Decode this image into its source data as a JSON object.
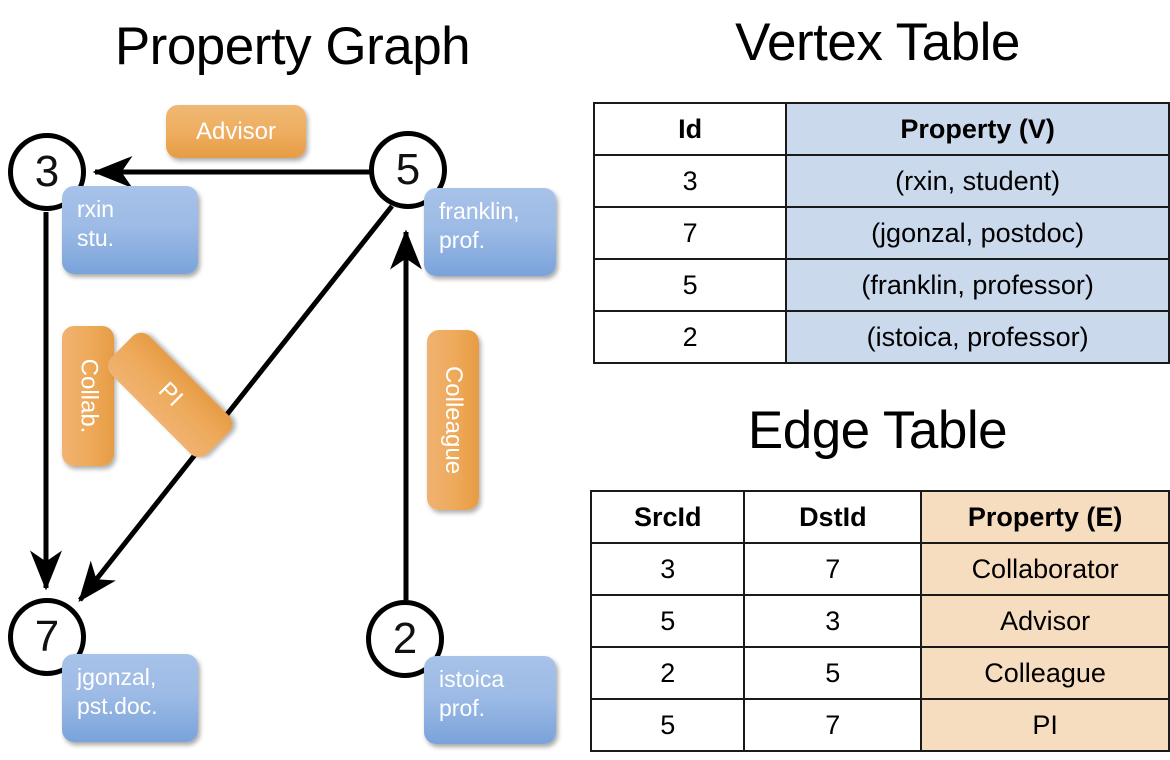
{
  "titles": {
    "property_graph": "Property Graph",
    "vertex_table": "Vertex Table",
    "edge_table": "Edge Table"
  },
  "colors": {
    "vertex_property_fill": "#cbd9ed",
    "edge_property_fill": "#f7ddc0",
    "vertex_box_blue": "#9dbbe6",
    "edge_label_orange": "#eeae61",
    "stroke": "#000000"
  },
  "graph": {
    "nodes": [
      {
        "id": "3",
        "property_lines": [
          "rxin",
          "stu."
        ]
      },
      {
        "id": "5",
        "property_lines": [
          "franklin,",
          "prof."
        ]
      },
      {
        "id": "7",
        "property_lines": [
          "jgonzal,",
          "pst.doc."
        ]
      },
      {
        "id": "2",
        "property_lines": [
          "istoica",
          "prof."
        ]
      }
    ],
    "edge_labels": [
      {
        "name": "advisor",
        "text": "Advisor"
      },
      {
        "name": "collab",
        "text": "Collab."
      },
      {
        "name": "pi",
        "text": "PI"
      },
      {
        "name": "colleague",
        "text": "Colleague"
      }
    ]
  },
  "vertex_table": {
    "headers": [
      "Id",
      "Property (V)"
    ],
    "rows": [
      {
        "id": "3",
        "property": "(rxin, student)"
      },
      {
        "id": "7",
        "property": "(jgonzal, postdoc)"
      },
      {
        "id": "5",
        "property": "(franklin, professor)"
      },
      {
        "id": "2",
        "property": "(istoica, professor)"
      }
    ]
  },
  "edge_table": {
    "headers": [
      "SrcId",
      "DstId",
      "Property (E)"
    ],
    "rows": [
      {
        "src": "3",
        "dst": "7",
        "property": "Collaborator"
      },
      {
        "src": "5",
        "dst": "3",
        "property": "Advisor"
      },
      {
        "src": "2",
        "dst": "5",
        "property": "Colleague"
      },
      {
        "src": "5",
        "dst": "7",
        "property": "PI"
      }
    ]
  }
}
